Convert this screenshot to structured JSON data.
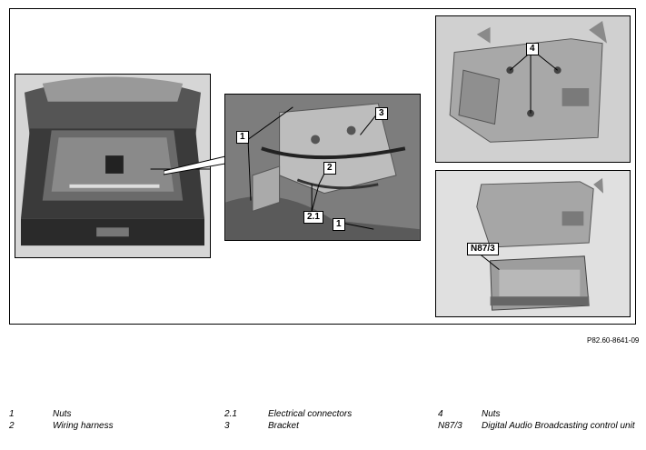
{
  "callouts": {
    "photo2": [
      "1",
      "3",
      "2",
      "2.1",
      "1"
    ],
    "photo3": [
      "4"
    ],
    "photo4": [
      "N87/3"
    ]
  },
  "reference": "P82.60-8641-09",
  "legend": {
    "col1": [
      {
        "key": "1",
        "text": "Nuts"
      },
      {
        "key": "2",
        "text": "Wiring harness"
      }
    ],
    "col2": [
      {
        "key": "2.1",
        "text": "Electrical connectors"
      },
      {
        "key": "3",
        "text": "Bracket"
      }
    ],
    "col3": [
      {
        "key": "4",
        "text": "Nuts"
      },
      {
        "key": "N87/3",
        "text": "Digital Audio Broadcasting control unit"
      }
    ]
  }
}
